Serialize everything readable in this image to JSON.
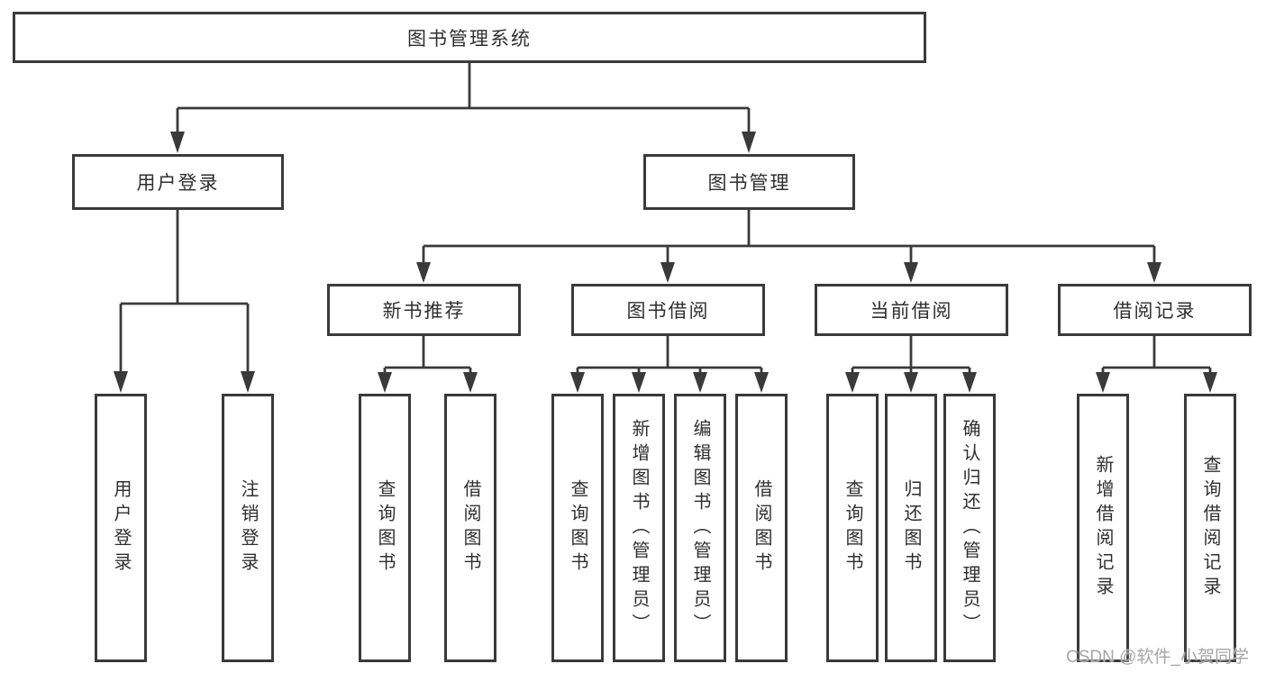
{
  "tree": {
    "root": {
      "label": "图书管理系统"
    },
    "level2": [
      {
        "label": "用户登录"
      },
      {
        "label": "图书管理"
      }
    ],
    "level3": [
      {
        "label": "新书推荐"
      },
      {
        "label": "图书借阅"
      },
      {
        "label": "当前借阅"
      },
      {
        "label": "借阅记录"
      }
    ],
    "leaves": {
      "user": [
        "用户登录",
        "注销登录"
      ],
      "new_recommend": [
        "查询图书",
        "借阅图书"
      ],
      "book_borrow": [
        "查询图书",
        "新增图书（管理员）",
        "编辑图书（管理员）",
        "借阅图书"
      ],
      "current_borrow": [
        "查询图书",
        "归还图书",
        "确认归还（管理员）"
      ],
      "borrow_records": [
        "新增借阅记录",
        "查询借阅记录"
      ]
    }
  },
  "watermark": {
    "text": "CSDN @软件_小贺同学",
    "color": "#a6a6a6"
  },
  "colors": {
    "line": "#3a3a3a",
    "box_border": "#3a3a3a",
    "text": "#2f2f2f",
    "background": "#ffffff"
  }
}
